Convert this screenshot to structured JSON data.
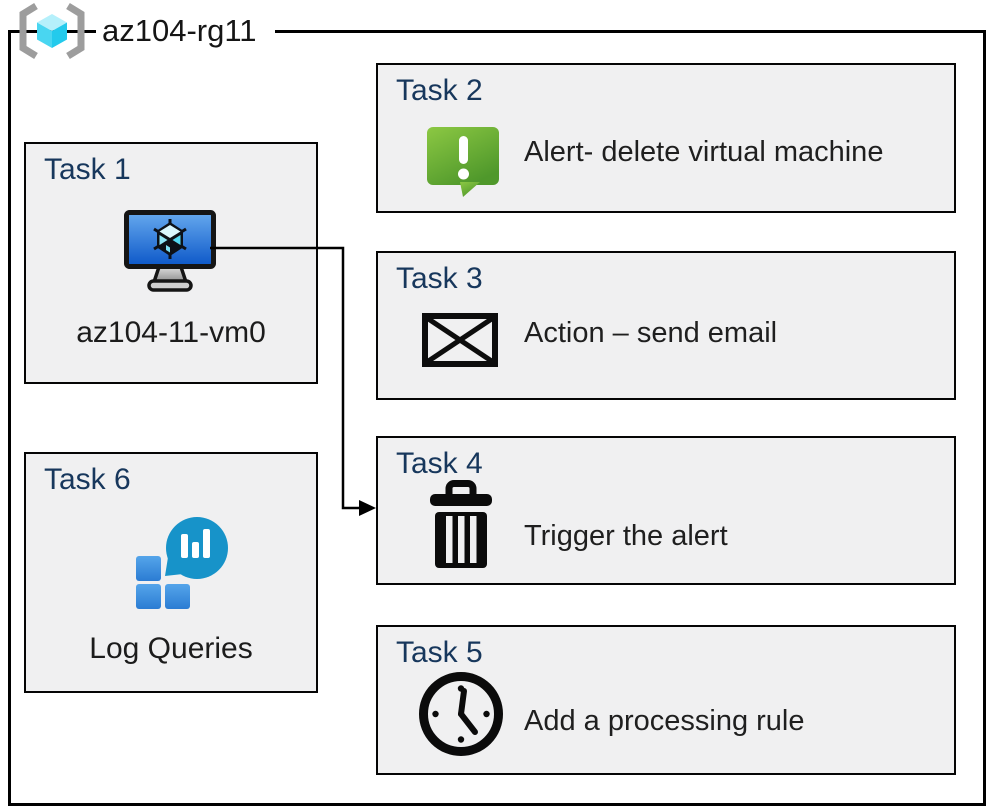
{
  "diagram": {
    "resource_group": "az104-rg11",
    "tasks": [
      {
        "heading": "Task 1",
        "label": "az104-11-vm0",
        "icon": "virtual-machine-icon"
      },
      {
        "heading": "Task 2",
        "label": "Alert- delete virtual machine",
        "icon": "alert-icon"
      },
      {
        "heading": "Task 3",
        "label": "Action – send email",
        "icon": "email-icon"
      },
      {
        "heading": "Task 4",
        "label": "Trigger the alert",
        "icon": "trash-icon"
      },
      {
        "heading": "Task 5",
        "label": "Add a processing rule",
        "icon": "clock-icon"
      },
      {
        "heading": "Task 6",
        "label": "Log Queries",
        "icon": "log-queries-icon"
      }
    ],
    "connector": {
      "from": "Task 1",
      "to": "Task 4"
    },
    "colors": {
      "heading_navy": "#17375C",
      "box_fill": "#F0F0F1",
      "border_black": "#000000",
      "alert_green_top": "#8CC843",
      "alert_green_bottom": "#4F982B",
      "vm_screen_blue_top": "#66A9EE",
      "vm_screen_blue_bottom": "#0C57C8",
      "log_teal_top": "#3BCAE9",
      "log_teal_bottom": "#1793C9",
      "log_square_blue_top": "#55A5EA",
      "log_square_blue_bottom": "#2B7CD3",
      "rg_cube_cyan": "#49D6F1",
      "bracket_gray": "#9D9D9D"
    }
  }
}
